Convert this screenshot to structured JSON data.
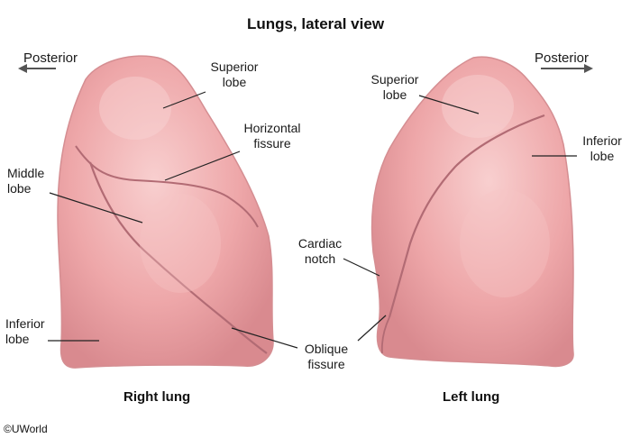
{
  "title": "Lungs, lateral view",
  "direction_left": "Posterior",
  "direction_right": "Posterior",
  "right_lung": {
    "caption": "Right lung",
    "labels": {
      "superior_lobe_1": "Superior",
      "superior_lobe_2": "lobe",
      "horizontal_fissure_1": "Horizontal",
      "horizontal_fissure_2": "fissure",
      "middle_lobe_1": "Middle",
      "middle_lobe_2": "lobe",
      "inferior_lobe_1": "Inferior",
      "inferior_lobe_2": "lobe"
    }
  },
  "left_lung": {
    "caption": "Left lung",
    "labels": {
      "superior_lobe_1": "Superior",
      "superior_lobe_2": "lobe",
      "inferior_lobe_1": "Inferior",
      "inferior_lobe_2": "lobe",
      "cardiac_notch_1": "Cardiac",
      "cardiac_notch_2": "notch"
    }
  },
  "shared_labels": {
    "oblique_fissure_1": "Oblique",
    "oblique_fissure_2": "fissure"
  },
  "copyright": "©UWorld",
  "colors": {
    "lung_fill": "#eea7a9",
    "lung_highlight": "#f7c6c6",
    "lung_shadow": "#d98a8f",
    "fissure": "#b26b74",
    "leader": "#222222"
  }
}
